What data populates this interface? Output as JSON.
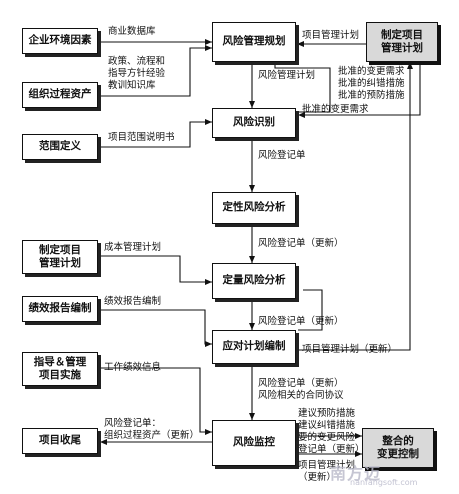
{
  "inputs": {
    "env_factors": "企业环境因素",
    "org_assets": "组织过程资产",
    "scope_definition": "范围定义",
    "develop_pm_plan": "制定项目\n管理计划",
    "performance_report": "绩效报告编制",
    "direct_manage": "指导＆管理\n项目实施",
    "close_project": "项目收尾"
  },
  "processes": {
    "risk_planning": "风险管理规划",
    "risk_identification": "风险识别",
    "qualitative": "定性风险分析",
    "quantitative": "定量风险分析",
    "response_planning": "应对计划编制",
    "monitoring": "风险监控"
  },
  "side": {
    "develop_pm_plan_right": "制定项目\n管理计划",
    "integrated_change": "整合的\n变更控制"
  },
  "labels": {
    "commercial_db": "商业数据库",
    "policies": "政策、流程和\n指导方针经验\n教训知识库",
    "scope_statement": "项目范围说明书",
    "pm_plan_top": "项目管理计划",
    "risk_mgmt_plan": "风险管理计划",
    "approved_changes": "批准的变更需求\n批准的纠错措施\n批准的预防措施",
    "approved_change_req": "批准的变更需求",
    "risk_register_1": "风险登记单",
    "risk_register_2": "风险登记单（更新）",
    "cost_plan": "成本管理计划",
    "risk_register_3": "风险登记单（更新）",
    "perf_report": "绩效报告编制",
    "pm_plan_update": "项目管理计划（更新）",
    "work_perf": "工作绩效信息",
    "risk_register_4": "风险登记单（更新）\n风险相关的合同协议",
    "close_out": "风险登记单：\n组织过程资产（更新）",
    "suggestions": "建议预防措施\n建议纠错措施\n要的变更风险\n登记单（更新）",
    "pm_plan_update2": "项目管理计划\n（更新）"
  },
  "watermark": {
    "main": "南方迈",
    "url": "nanfangsoft.com"
  }
}
